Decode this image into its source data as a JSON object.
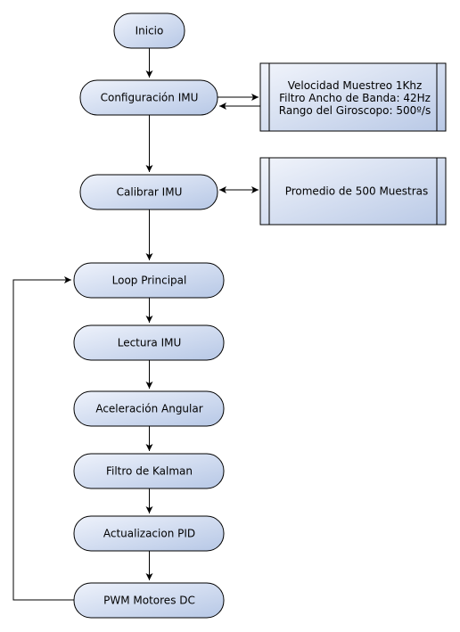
{
  "diagram": {
    "nodes": {
      "inicio": "Inicio",
      "config_imu": "Configuración IMU",
      "calibrar_imu": "Calibrar IMU",
      "loop_principal": "Loop Principal",
      "lectura_imu": "Lectura IMU",
      "aceleracion_angular": "Aceleración Angular",
      "filtro_kalman": "Filtro de Kalman",
      "actualizacion_pid": "Actualizacion PID",
      "pwm_motores": "PWM Motores DC"
    },
    "notes": {
      "config": {
        "line1": "Velocidad Muestreo 1Khz",
        "line2": "Filtro Ancho de Banda: 42Hz",
        "line3": "Rango del Giroscopo: 500º/s"
      },
      "calibrar": {
        "line1": "Promedio de 500 Muestras"
      }
    },
    "colors": {
      "node_fill_start": "#eef2fb",
      "node_fill_end": "#b7c8e6",
      "stroke": "#000000"
    }
  }
}
